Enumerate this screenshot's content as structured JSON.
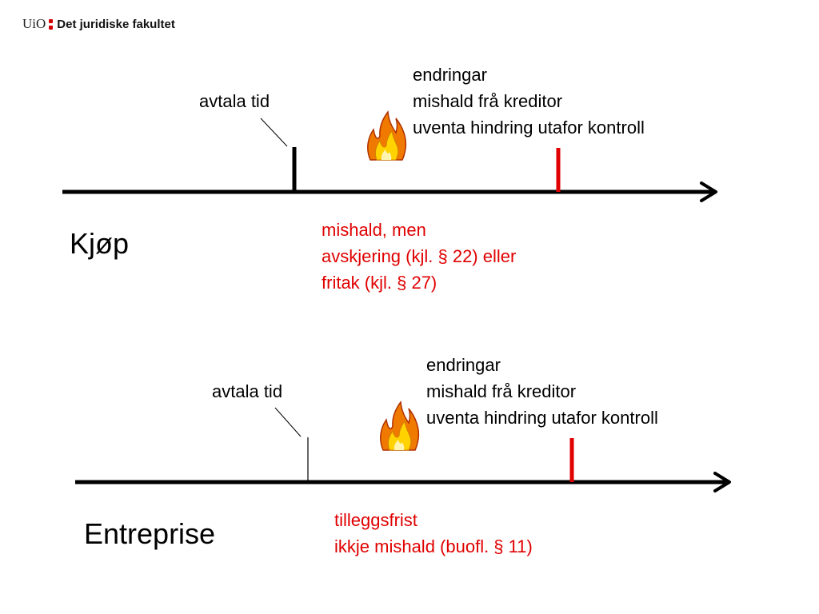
{
  "header": {
    "logo_uio": "UiO",
    "faculty": "Det juridiske fakultet"
  },
  "colors": {
    "accent_red": "#e00000",
    "line_black": "#000000",
    "flame_orange": "#f07a00",
    "flame_yellow": "#ffd200"
  },
  "timelines": [
    {
      "title": "Kjøp",
      "agreed_time_label": "avtala tid",
      "events": [
        "endringar",
        "mishald frå kreditor",
        "uventa hindring utafor kontroll"
      ],
      "consequence": [
        "mishald, men",
        "avskjering (kjl.  §  22) eller",
        "fritak (kjl.  §  27)"
      ],
      "icon": "fire-icon"
    },
    {
      "title": "Entreprise",
      "agreed_time_label": "avtala tid",
      "events": [
        "endringar",
        "mishald frå kreditor",
        "uventa hindring utafor kontroll"
      ],
      "consequence": [
        "tilleggsfrist",
        "ikkje mishald (buofl.  §  11)"
      ],
      "icon": "fire-icon"
    }
  ]
}
